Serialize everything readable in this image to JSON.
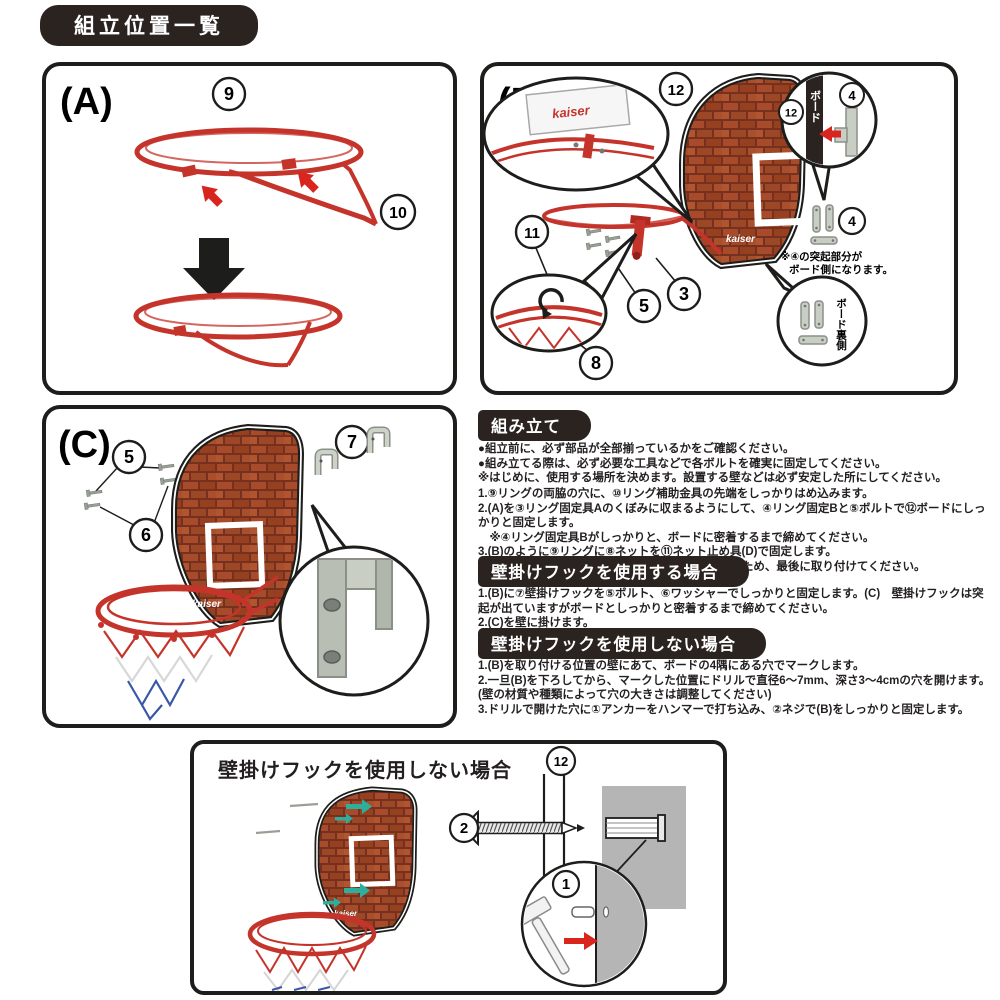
{
  "page": {
    "badge": "組立位置一覧"
  },
  "brand": "kaiser",
  "parts": {
    "n1": "1",
    "n2": "2",
    "n3": "3",
    "n4": "4",
    "n5": "5",
    "n6": "6",
    "n7": "7",
    "n8": "8",
    "n9": "9",
    "n10": "10",
    "n11": "11",
    "n12": "12"
  },
  "panel_a": {
    "label": "(A)"
  },
  "panel_b": {
    "label": "(B)",
    "board_vertical_text": "ボード",
    "board_back_text": "ボード裏側",
    "note_line1": "※④の突起部分が",
    "note_line2": "ボード側になります。"
  },
  "panel_c": {
    "label": "(C)"
  },
  "assembly": {
    "header": "組み立て",
    "bullets": [
      "●組立前に、必ず部品が全部揃っているかをご確認ください。",
      "●組み立てる際は、必ず必要な工具などで各ボルトを確実に固定してください。",
      "※はじめに、使用する場所を決めます。設置する壁などは必ず安定した所にしてください。"
    ],
    "steps": [
      "1.⑨リングの両脇の穴に、⑩リング補助金具の先端をしっかりはめ込みます。",
      "2.(A)を③リング固定具Aのくぼみに収まるようにして、④リング固定Bと⑤ボルトで⑫ボードにしっかりと固定します。",
      "　※④リング固定具Bがしっかりと、ボードに密着するまで締めてください。",
      "3.(B)のように⑨リングに⑧ネットを⑪ネット止め具(D)で固定します。",
      "※先にネットを固定してしまうと作業が難しくなるため、最後に取り付けてください。"
    ]
  },
  "with_hook": {
    "header": "壁掛けフックを使用する場合",
    "steps": [
      "1.(B)に⑦壁掛けフックを⑤ボルト、⑥ワッシャーでしっかりと固定します。(C)　壁掛けフックは突起が出ていますがボードとしっかりと密着するまで締めてください。",
      "2.(C)を壁に掛けます。"
    ]
  },
  "without_hook": {
    "header": "壁掛けフックを使用しない場合",
    "steps": [
      "1.(B)を取り付ける位置の壁にあて、ボードの4隅にある穴でマークします。",
      "2.一旦(B)を下ろしてから、マークした位置にドリルで直径6〜7mm、深さ3〜4cmの穴を開けます。(壁の材質や種類によって穴の大きさは調整してください)",
      "3.ドリルで開けた穴に①アンカーをハンマーで打ち込み、②ネジで(B)をしっかりと固定します。"
    ]
  },
  "bottom": {
    "title": "壁掛けフックを使用しない場合"
  }
}
